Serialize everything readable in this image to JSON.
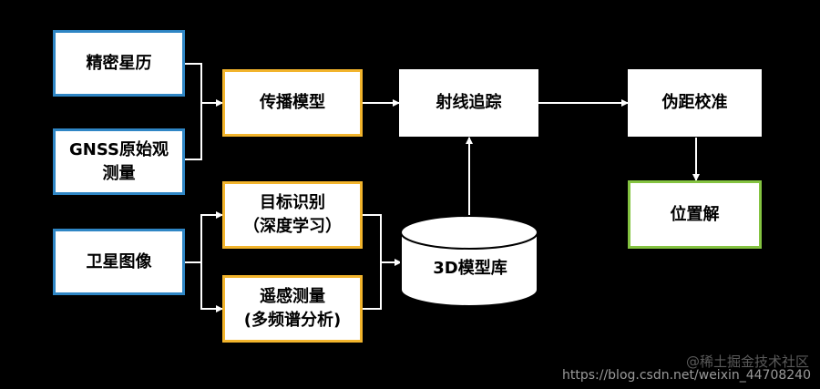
{
  "nodes": {
    "precise_ephemeris": "精密星历",
    "gnss_obs_line1": "GNSS原始观",
    "gnss_obs_line2": "测量",
    "satellite_image": "卫星图像",
    "propagation_model": "传播模型",
    "target_recognition_line1": "目标识别",
    "target_recognition_line2": "（深度学习）",
    "remote_sensing_line1": "遥感测量",
    "remote_sensing_line2": "(多频谱分析)",
    "ray_tracing": "射线追踪",
    "model_library_3d": "3D模型库",
    "pseudorange_correction": "伪距校准",
    "position_solution": "位置解"
  },
  "watermark": {
    "platform": "@稀土掘金技术社区",
    "url": "https://blog.csdn.net/weixin_44708240"
  },
  "colors": {
    "background": "#000000",
    "input_border": "#2f86c5",
    "process_border": "#f2b42c",
    "output_border": "#84c341",
    "connector": "#ffffff"
  }
}
